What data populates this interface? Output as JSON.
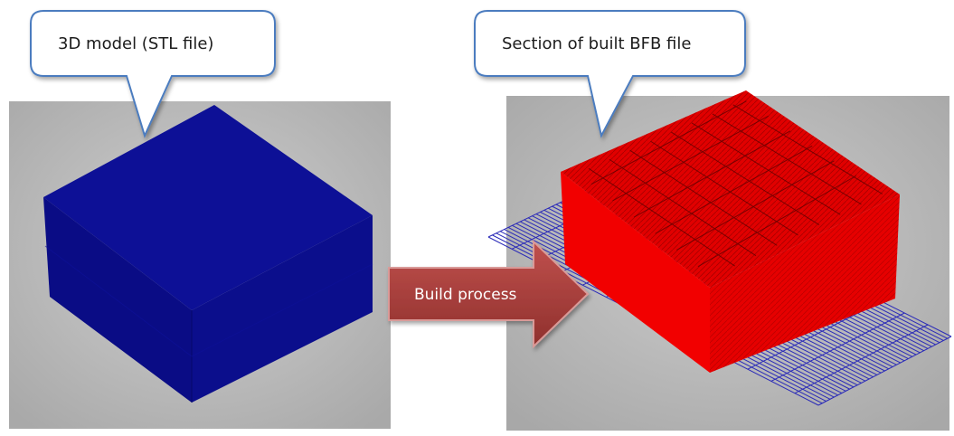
{
  "left_panel": {
    "callout": "3D model (STL file)",
    "colors": {
      "background": "#b9b9b9",
      "cube": "#0a0d8f"
    }
  },
  "right_panel": {
    "callout": "Section of built BFB file",
    "colors": {
      "background": "#b9b9b9",
      "part": "#ee0000",
      "grid": "#2a2ab8"
    }
  },
  "arrow": {
    "label": "Build process",
    "colors": {
      "fill": "#a8403d",
      "stroke": "#d99a98"
    }
  }
}
